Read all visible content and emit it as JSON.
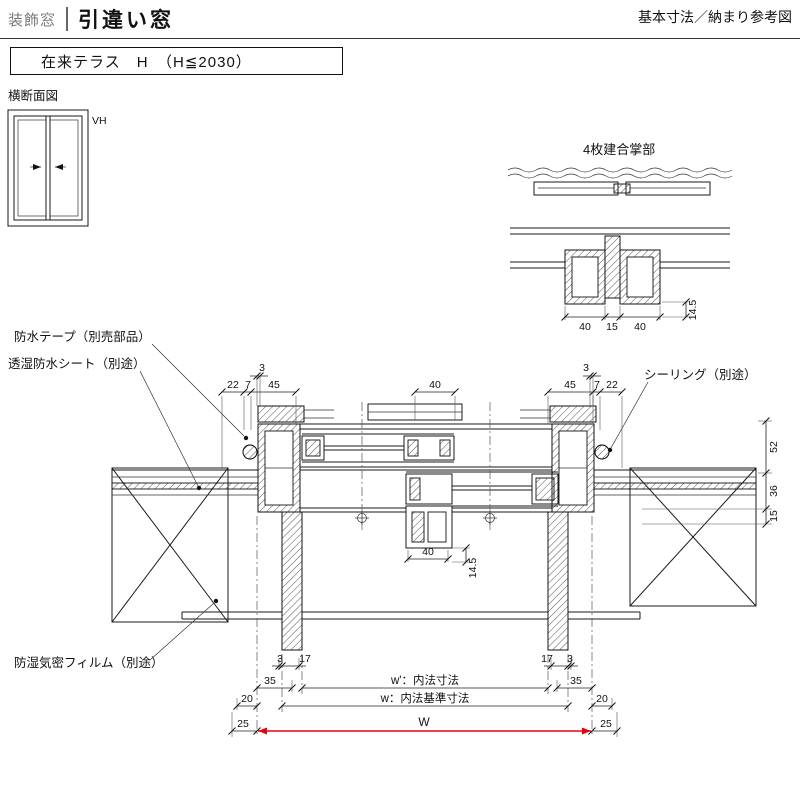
{
  "header": {
    "category": "装飾窓",
    "title": "引違い窓",
    "note": "基本寸法／納まり参考図"
  },
  "subtitle": "在来テラス　H　（H≦2030）",
  "section_label": "横断面図",
  "elevation": {
    "label": "VH"
  },
  "detail": {
    "title": "4枚建合掌部",
    "dim_left": "40",
    "dim_mid": "15",
    "dim_right": "40",
    "dim_depth": "14.5"
  },
  "callouts": {
    "tape": "防水テープ（別売部品）",
    "sheet": "透湿防水シート（別途）",
    "sealing": "シーリング（別途）",
    "film": "防湿気密フィルム（別途）"
  },
  "dims": {
    "top": {
      "left3": "3",
      "left22": "22",
      "left7": "7",
      "left45": "45",
      "center40": "40",
      "right45": "45",
      "right3": "3",
      "right7": "7",
      "right22": "22"
    },
    "right_side": {
      "d52": "52",
      "d36": "36",
      "d15": "15"
    },
    "center": {
      "c40": "40",
      "c145": "14.5"
    },
    "bottom": {
      "left3": "3",
      "left17": "17",
      "right17": "17",
      "right3": "3",
      "left35": "35",
      "right35": "35",
      "left20": "20",
      "right20": "20",
      "left25": "25",
      "right25": "25",
      "w_inner": "w'：内法寸法",
      "w_base": "w：内法基準寸法",
      "w_total": "W"
    }
  },
  "colors": {
    "accent_red": "#e60012",
    "line": "#1a1a1a"
  }
}
